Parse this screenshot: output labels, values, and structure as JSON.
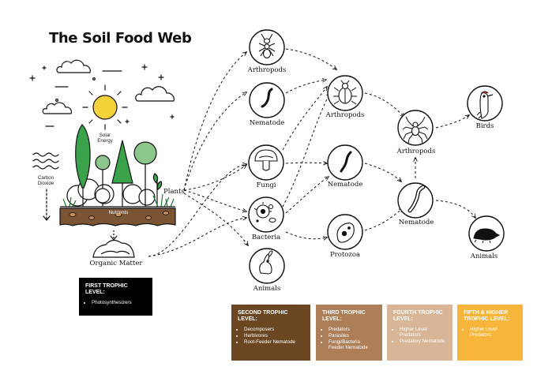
{
  "title": "The Soil Food Web",
  "environment": {
    "solar_energy": "Solar\nEnergy",
    "carbon_dioxide": "Carbon\nDioxide",
    "nutrients": "Nutrients",
    "organic_matter": "Organic Matter",
    "plants": "Plants"
  },
  "nodes": {
    "arthropods_1": "Arthropods",
    "nematode_1": "Nematode",
    "fungi": "Fungi",
    "bacteria": "Bacteria",
    "animals_1": "Animals",
    "arthropods_2": "Arthropods",
    "nematode_2": "Nematode",
    "protozoa": "Protozoa",
    "arthropods_3": "Arthropods",
    "nematode_3": "Nematode",
    "birds": "Birds",
    "animals_2": "Animals"
  },
  "levels": {
    "first": {
      "title": "FIRST TROPHIC LEVEL:",
      "items": [
        "Photosynthesizers"
      ]
    },
    "second": {
      "title": "SECOND TROPHIC LEVEL:",
      "items": [
        "Decomposers",
        "Herbivores",
        "Root-Feeder Nematode"
      ]
    },
    "third": {
      "title": "THIRD TROPHIC LEVEL:",
      "items": [
        "Predators",
        "Parasites",
        "Fungi/Bacteria Feeder Nematode"
      ]
    },
    "fourth": {
      "title": "FOURTH TROPHIC LEVEL:",
      "items": [
        "Higher Level Predators",
        "Predatory Nematode"
      ]
    },
    "fifth": {
      "title": "FIFTH & HIGHER TROPHIC LEVEL:",
      "items": [
        "Higher Level Predators"
      ]
    }
  },
  "colors": {
    "level1": "#000000",
    "level2": "#6a4722",
    "level3": "#ad7f58",
    "level4": "#d7b596",
    "level5": "#f8b53b",
    "plant_green": "#3aa24a",
    "soil_brown": "#7b5533",
    "sun_yellow": "#f6d23a"
  },
  "icons": {
    "arthropods_1": "ant-icon",
    "nematode_1": "worm-icon",
    "fungi": "mushroom-icon",
    "bacteria": "bacteria-icon",
    "animals_1": "rabbit-icon",
    "arthropods_2": "beetle-icon",
    "nematode_2": "worm-icon",
    "protozoa": "protozoa-icon",
    "arthropods_3": "spider-icon",
    "nematode_3": "worm-icon",
    "birds": "woodpecker-icon",
    "animals_2": "mole-icon"
  }
}
